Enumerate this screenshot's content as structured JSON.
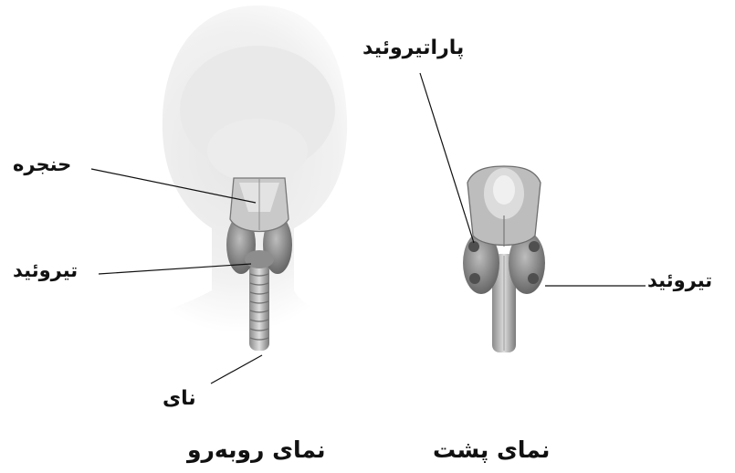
{
  "labels": {
    "larynx": "حنجره",
    "thyroid_front": "تیروئید",
    "trachea": "نای",
    "parathyroid": "پاراتیروئید",
    "thyroid_back": "تیروئید"
  },
  "captions": {
    "front_view": "نمای روبه‌رو",
    "back_view": "نمای پشت"
  },
  "colors": {
    "ink": "#111111",
    "tissue_light": "#d9d9d9",
    "tissue_mid": "#a8a8a8",
    "tissue_dark": "#6f6f6f"
  }
}
